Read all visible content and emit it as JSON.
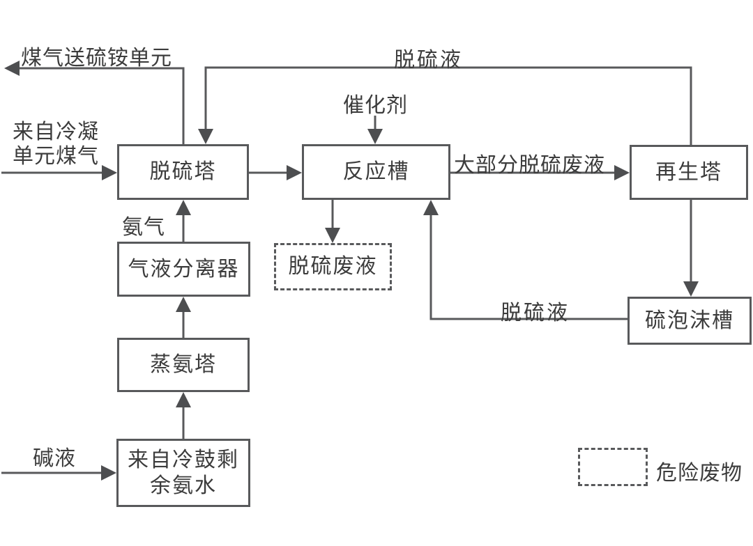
{
  "colors": {
    "line": "#58595b",
    "arrowhead": "#4d4e50",
    "text": "#3c3c3c",
    "background": "#ffffff"
  },
  "nodes": {
    "desulfurization_tower": {
      "label": "脱硫塔"
    },
    "reaction_tank": {
      "label": "反应槽"
    },
    "regeneration_tower": {
      "label": "再生塔"
    },
    "gas_liquid_separator": {
      "label": "气液分离器"
    },
    "ammonia_still": {
      "label": "蒸氨塔"
    },
    "ammonia_water_source": {
      "line1": "来自冷鼓剩",
      "line2": "余氨水"
    },
    "sulfur_foam_tank": {
      "label": "硫泡沫槽"
    },
    "desulfurization_waste": {
      "label": "脱硫废液"
    }
  },
  "flow_labels": {
    "gas_to_ammonium_sulfate": "煤气送硫铵单元",
    "desulfurization_liquid_top": "脱硫液",
    "from_condensation_line1": "来自冷凝",
    "from_condensation_line2": "单元煤气",
    "catalyst": "催化剂",
    "most_desulfurization_waste": "大部分脱硫废液",
    "ammonia_gas": "氨气",
    "desulfurization_liquid_return": "脱硫液",
    "alkali": "碱液"
  },
  "legend": {
    "hazardous_waste": "危险废物"
  }
}
